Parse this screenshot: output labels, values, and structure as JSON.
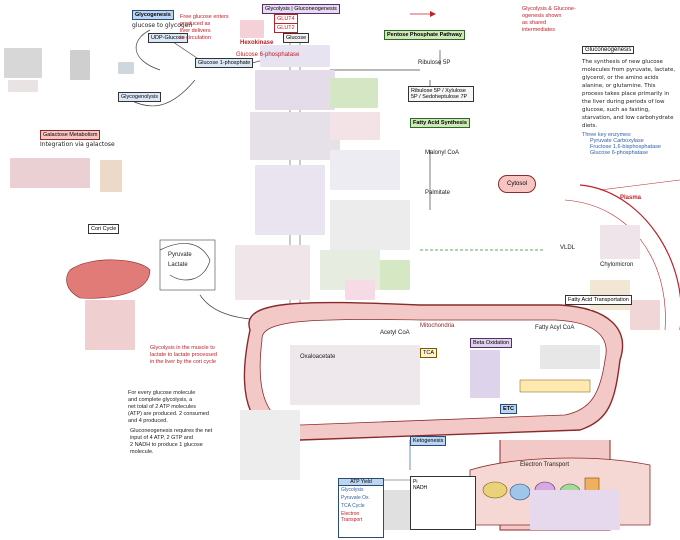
{
  "labels": {
    "glycogenesis": "Glycogenesis",
    "glycogenesis_sub": "glucose to glycogen",
    "udp_glucose": "UDP-Glucose",
    "glucose_1p": "Glucose 1-phosphate",
    "glycogenolysis": "Glycogenolysis",
    "galactose": "Galactose Metabolism",
    "galactose_sub": "Integration via galactose",
    "glycolysis_title": "Glycolysis | Gluconeogenesis",
    "glut4": "GLUT4",
    "glut2": "GLUT2",
    "glucose": "Glucose",
    "hexokinase": "Hexokinase",
    "g6p": "Glucose 6-phosphatase",
    "ppp": "Pentose Phosphate Pathway",
    "ribulose": "Ribulose 5P",
    "pentose_box": "Ribulose 5P / Xylulose 5P / Sedoheptulose 7P",
    "fatty_acid_synthesis": "Fatty Acid Synthesis",
    "malonyl": "Malonyl CoA",
    "palmitate": "Palmitate",
    "cytosol": "Cytosol",
    "cori": "Cori Cycle",
    "lactate": "Lactate",
    "pyruvate": "Pyruvate",
    "mitochondria": "Mitochondria",
    "tca": "TCA",
    "etc": "ETC",
    "oxaloacetate": "Oxaloacetate",
    "acetyl_coa": "Acetyl CoA",
    "beta_ox": "Beta Oxidation",
    "fatty_acyl": "Fatty Acyl CoA",
    "fa_transport": "Fatty Acid Transportation",
    "plasma": "Plasma",
    "vldl": "VLDL",
    "chylomicron": "Chylomicron",
    "ketogenesis": "Ketogenesis",
    "atp_yield": "ATP Yield",
    "electron_transport": "Electron Transport",
    "legend_pi": "Pi",
    "legend_nadh": "NADH"
  },
  "notes": {
    "gluconeogenesis_title": "Gluconeogenesis",
    "gluconeogenesis_body": "The synthesis of new glucose molecules from pyruvate, lactate, glycerol, or the amino acids alanine, or glutamine. This process takes place primarily in the liver during periods of low glucose, such as fasting, starvation, and low carbohydrate diets.",
    "irreversible": "Three key enzymes:",
    "enz1": "Pyruvate Carboxylase",
    "enz2": "Fructose 1,6-bisphosphatase",
    "enz3": "Glucose 6-phosphatase",
    "topnote": "Glycolysis & Glucone-\nogenesis shown\nas shared\nintermediates",
    "glycogen_note": "Free glucose enters\nproduced as\nliver delivers\nto circulation",
    "cori_note": "Glycolysis in the muscle to\nlactate to lactate processed\nin the liver by the cori cycle",
    "yield_note": "For every glucose molecule\nand complete glycolysis, a\nnet total of 2 ATP molecules\n(ATP) are produced. 2 consumed\nand 4 produced.",
    "gng_cost": "Gluconeogenesis requires the net\ninput of 4 ATP, 2 GTP and\n2 NADH to produce 1 glucose\nmolecule."
  },
  "yield_box": {
    "title": "ATP Yield",
    "rows": [
      "Glycolysis",
      "Pyruvate Ox.",
      "TCA Cycle"
    ],
    "footer": "Electron Transport"
  },
  "colors": {
    "mito_fill": "#f2c9c6",
    "mito_stroke": "#8a2a2a",
    "liver": "#e07b78",
    "accent_green": "#cfe8b6",
    "accent_blue": "#bcd6f2",
    "accent_purple": "#d8c8ee"
  }
}
